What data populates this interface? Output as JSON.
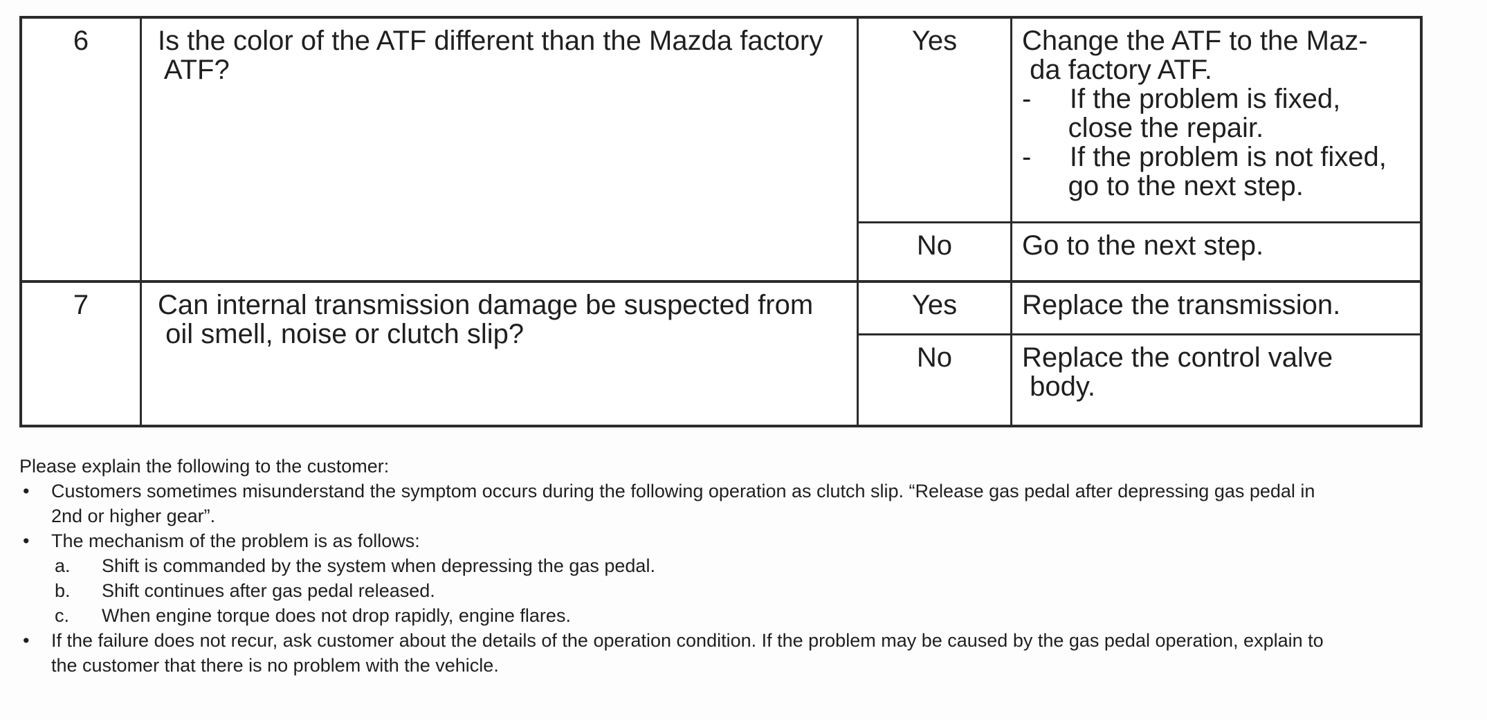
{
  "table": {
    "rows": [
      {
        "step": "6",
        "question": "Is the color of the ATF different than the Mazda factory\n ATF?",
        "outcomes": [
          {
            "answer": "Yes",
            "action": "Change the ATF to the Maz-\n da factory ATF.\n-     If the problem is fixed,\n      close the repair.\n-     If the problem is not fixed,\n      go to the next step."
          },
          {
            "answer": "No",
            "action": "Go to the next step."
          }
        ]
      },
      {
        "step": "7",
        "question": "Can internal transmission damage be suspected from\n oil smell, noise or clutch slip?",
        "outcomes": [
          {
            "answer": "Yes",
            "action": "Replace the transmission."
          },
          {
            "answer": "No",
            "action": "Replace the control valve\n body."
          }
        ]
      }
    ]
  },
  "notes": {
    "intro": "Please explain the following to the customer:",
    "items": [
      {
        "marker": "•",
        "text": "Customers sometimes misunderstand the symptom occurs during the following operation as clutch slip. “Release gas pedal after depressing gas pedal in\n2nd or higher gear”."
      },
      {
        "marker": "•",
        "text": "The mechanism of the problem is as follows:"
      },
      {
        "marker": "a.",
        "text": "Shift is commanded by the system when depressing the gas pedal."
      },
      {
        "marker": "b.",
        "text": "Shift continues after gas pedal released."
      },
      {
        "marker": "c.",
        "text": "When engine torque does not drop rapidly, engine flares."
      },
      {
        "marker": "•",
        "text": "If the failure does not recur, ask customer about the details of the operation condition. If the problem may be caused by the gas pedal operation, explain to\nthe customer that there is no problem with the vehicle."
      }
    ]
  },
  "colors": {
    "text": "#1f1f1f",
    "border": "#2b2b2b",
    "background": "#ffffff"
  }
}
